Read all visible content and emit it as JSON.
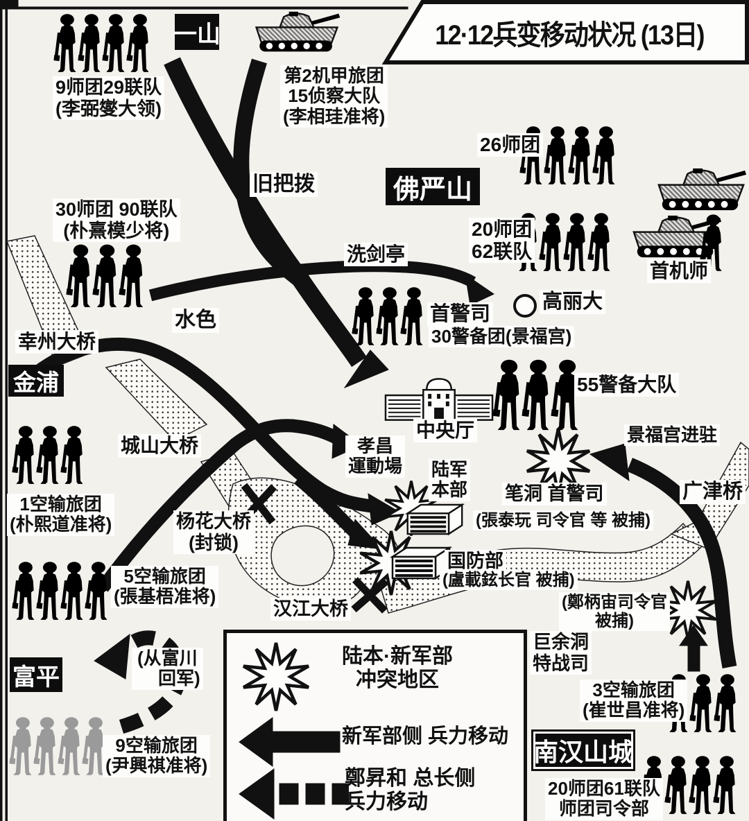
{
  "title": "12·12兵变移动状况 (13日)",
  "places": {
    "ilsan": "一山",
    "bulamsan": "佛严山",
    "gimpo": "金浦",
    "bupyeong": "富平",
    "namhansanseong": "南汉山城",
    "gupabal": "旧把拨",
    "segeomjeong": "洗剑亭",
    "susaek": "水色",
    "goryeodae": "高丽大",
    "haengju_bridge": "幸州大桥",
    "seongsan_bridge": "城山大桥",
    "yanghwa_bridge": "杨花大桥",
    "yanghwa_blocked": "(封锁)",
    "hangang_bridge": "汉江大桥",
    "gwangjin_bridge": "广津桥",
    "jungangcheong": "中央厅",
    "hyochang1": "孝昌",
    "hyochang2": "運動場",
    "gyeongbok_entry": "景福宫进驻"
  },
  "units": {
    "u9": {
      "l1": "9师团29联队",
      "l2": "(李弼燮大领)",
      "count": 4
    },
    "u2mech": {
      "l1": "第2机甲旅团",
      "l2": "15侦察大队",
      "l3": "(李相珪准将)"
    },
    "u30": {
      "l1": "30师团 90联队",
      "l2": "(朴熹模少将)",
      "count": 3
    },
    "u26": {
      "l1": "26师团",
      "count": 4
    },
    "u2062": {
      "l1": "20师团",
      "l2": "62联队",
      "count": 4
    },
    "sugi": {
      "l1": "首机师",
      "count": 1
    },
    "sgs": {
      "l1": "首警司",
      "l2": "30警备团(景福宫)",
      "count": 3
    },
    "u55": {
      "l1": "55警备大队",
      "count": 3
    },
    "u1": {
      "l1": "1空输旅团",
      "l2": "(朴熙道准将)",
      "count": 3
    },
    "u5": {
      "l1": "5空输旅团",
      "l2": "(張基梧准将)",
      "count": 4
    },
    "u9a": {
      "l1": "9空输旅团",
      "l2": "(尹興祺准将)",
      "count": 4
    },
    "u3": {
      "l1": "3空输旅团",
      "l2": "(崔世昌准将)",
      "count": 3
    },
    "u2061": {
      "l1": "20师团61联队",
      "l2": "师团司令部",
      "count": 4
    }
  },
  "sites": {
    "yukbon1": "陆军",
    "yukbon2": "本部",
    "gukbang": "国防部",
    "gukbang_note": "(盧載鉉长官 被捕)",
    "pildong": "笔洞  首警司",
    "pildong_note": "(張泰玩 司令官 等 被捕)",
    "jeong_note1": "(鄭柄宙司令官",
    "jeong_note2": "被捕)",
    "geoyeo1": "巨余洞",
    "geoyeo2": "特战司",
    "bucheon1": "(从富川",
    "bucheon2": "回军)"
  },
  "legend": {
    "clash1": "陆本·新军部",
    "clash2": "冲突地区",
    "solid": "新军部侧 兵力移动",
    "dashed1": "鄭昇和 总长侧",
    "dashed2": "兵力移动"
  },
  "colors": {
    "ink": "#111111",
    "paper": "#f3f1ec"
  }
}
